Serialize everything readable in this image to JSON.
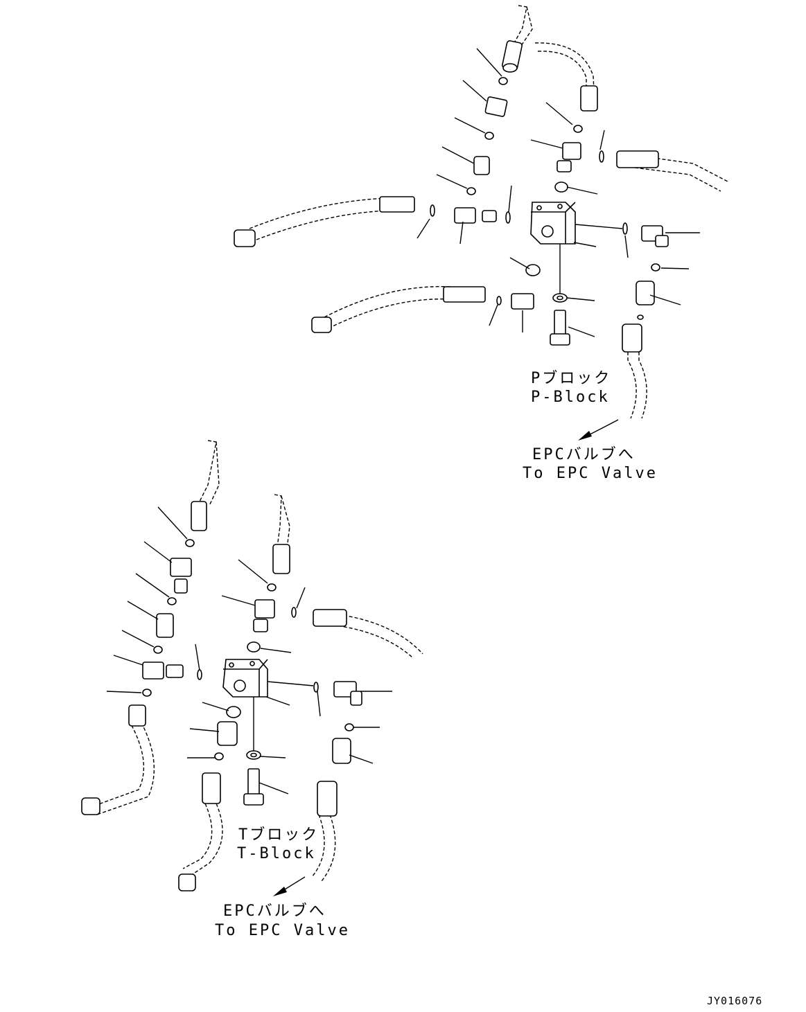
{
  "p_block": {
    "label_jp": "Pブロック",
    "label_en": "P-Block",
    "dest_jp": "EPCバルブへ",
    "dest_en": "To EPC Valve"
  },
  "t_block": {
    "label_jp": "Tブロック",
    "label_en": "T-Block",
    "dest_jp": "EPCバルブへ",
    "dest_en": "To EPC Valve"
  },
  "drawing_code": "JY016076"
}
